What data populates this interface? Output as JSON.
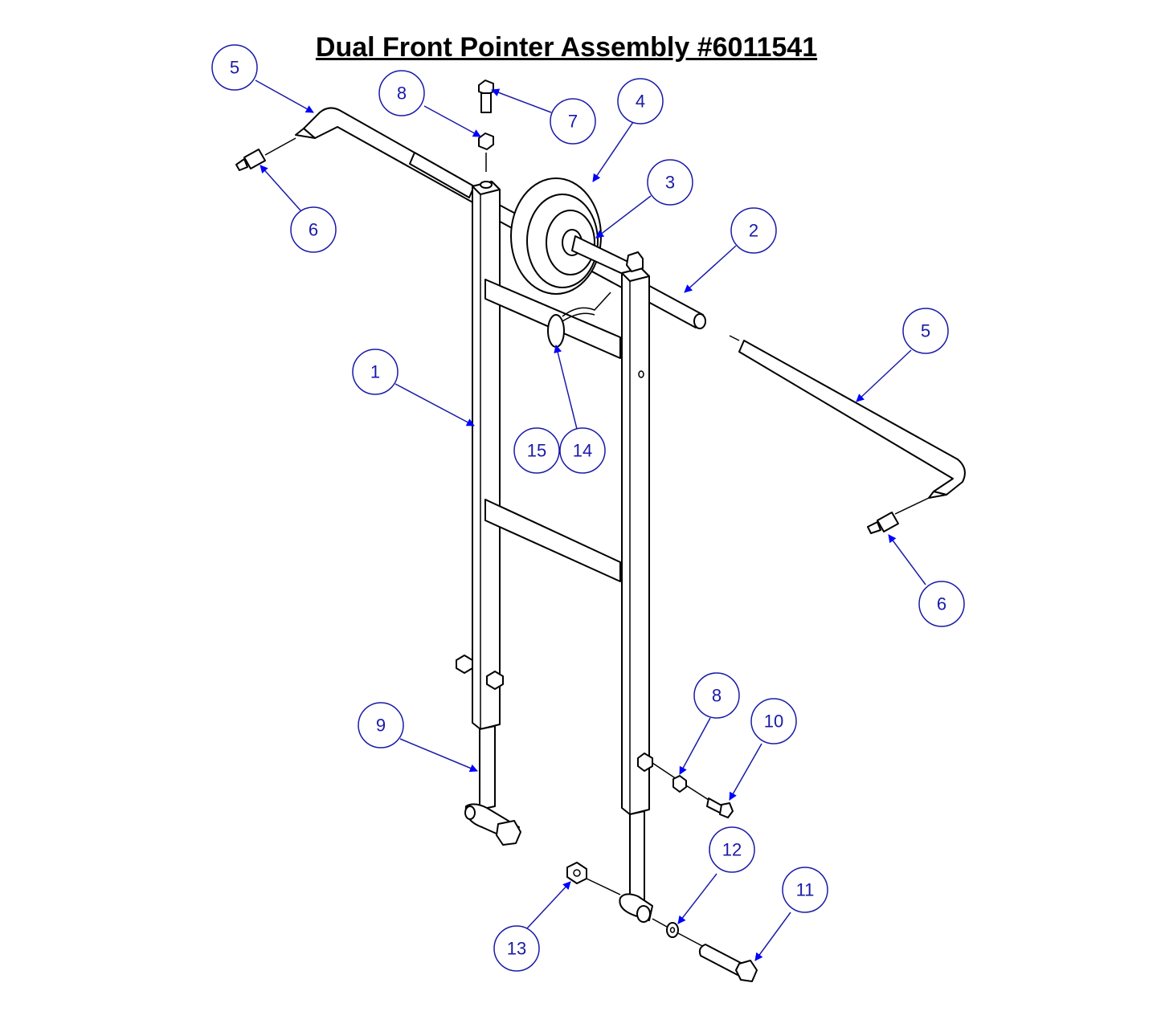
{
  "title": "Dual Front Pointer Assembly #6011541",
  "colors": {
    "callout": "#1a1aa8",
    "arrow": "#0000ff",
    "line": "#000000"
  },
  "callouts": [
    {
      "id": "c5a",
      "label": "5"
    },
    {
      "id": "c8a",
      "label": "8"
    },
    {
      "id": "c7",
      "label": "7"
    },
    {
      "id": "c4",
      "label": "4"
    },
    {
      "id": "c3",
      "label": "3"
    },
    {
      "id": "c6a",
      "label": "6"
    },
    {
      "id": "c2",
      "label": "2"
    },
    {
      "id": "c5b",
      "label": "5"
    },
    {
      "id": "c1",
      "label": "1"
    },
    {
      "id": "c15",
      "label": "15"
    },
    {
      "id": "c14",
      "label": "14"
    },
    {
      "id": "c6b",
      "label": "6"
    },
    {
      "id": "c8b",
      "label": "8"
    },
    {
      "id": "c10",
      "label": "10"
    },
    {
      "id": "c9",
      "label": "9"
    },
    {
      "id": "c12",
      "label": "12"
    },
    {
      "id": "c11",
      "label": "11"
    },
    {
      "id": "c13",
      "label": "13"
    }
  ]
}
